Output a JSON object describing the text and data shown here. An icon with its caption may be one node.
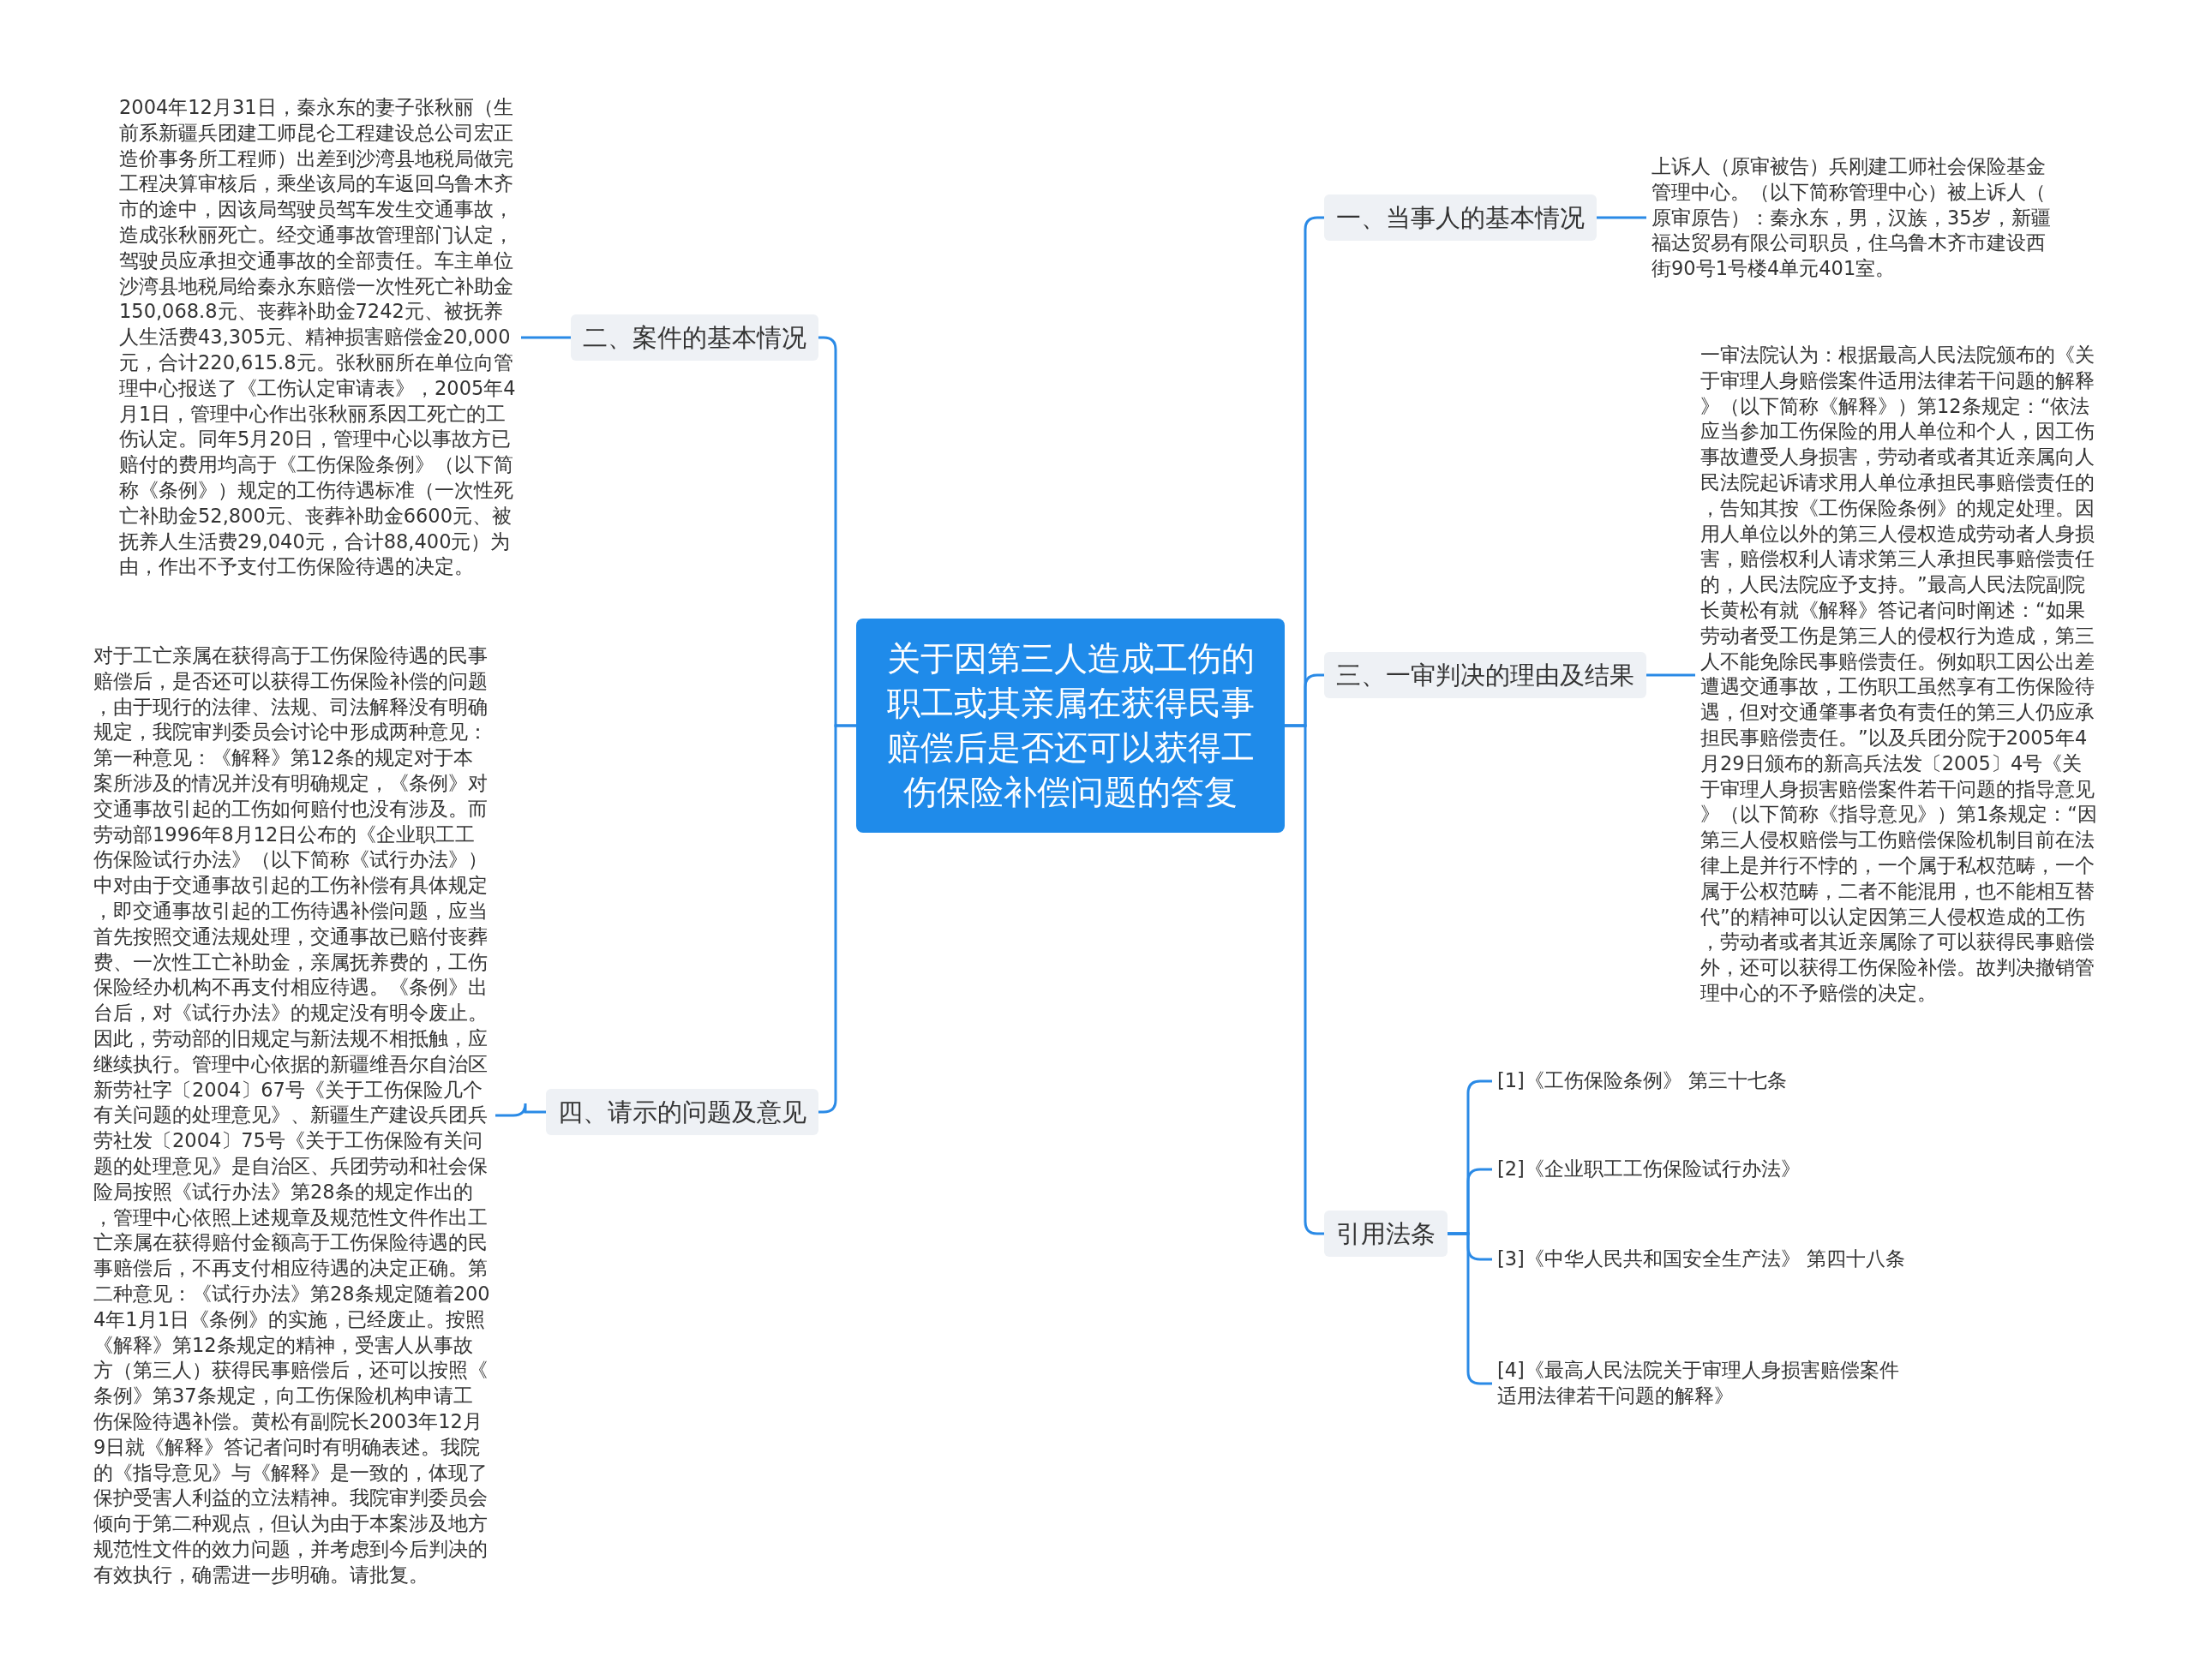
{
  "diagram": {
    "nodes": [
      {
        "text": [
          "关于因第三人造成工伤的职工或其亲属在获得民事赔偿后是否还可以获得工伤保险补偿问题的答复"
        ]
      },
      {
        "text": [
          "一、当事人的基本情况"
        ]
      },
      {
        "text": [
          "上诉人（原审被告）兵刚建工师社会保险基金管理中心。（以下简称管理中心）被上诉人（原审原告）：秦永东，男，汉族，35岁，新疆福达贸易有限公司职员，住乌鲁木齐市建设西街90号1号楼4单元401室。"
        ]
      },
      {
        "text": [
          "二、案件的基本情况"
        ]
      },
      {
        "text": [
          "2004年12月31日，秦永东的妻子张秋丽（生前系新疆兵团建工师昆仑工程建设总公司宏正造价事务所工程师）出差到沙湾县地税局做完工程决算审核后，乘坐该局的车返回乌鲁木齐市的途中，因该局驾驶员驾车发生交通事故，造成张秋丽死亡。经交通事故管理部门认定，驾驶员应承担交通事故的全部责任。车主单位沙湾县地税局给秦永东赔偿一次性死亡补助金150,068.8元、丧葬补助金7242元、被抚养人生活费43,305元、精神损害赔偿金20,000元，合计220,615.8元。张秋丽所在单位向管理中心报送了《工伤认定审请表》，2005年4月1日，管理中心作出张秋丽系因工死亡的工伤认定。同年5月20日，管理中心以事故方已赔付的费用均高于《工伤保险条例》（以下简称《条例》）规定的工伤待遇标准（一次性死亡补助金52,800元、丧葬补助金6600元、被抚养人生活费29,040元，合计88,400元）为由，作出不予支付工伤保险待遇的决定。"
        ]
      },
      {
        "text": [
          "三、一审判决的理由及结果"
        ]
      },
      {
        "text": [
          "一审法院认为：根据最高人民法院颁布的《关于审理人身赔偿案件适用法律若干问题的解释》（以下简称《解释》）第12条规定：“依法应当参加工伤保险的用人单位和个人，因工伤事故遭受人身损害，劳动者或者其近亲属向人民法院起诉请求用人单位承担民事赔偿责任的，告知其按《工伤保险条例》的规定处理。因用人单位以外的第三人侵权造成劳动者人身损害，赔偿权利人请求第三人承担民事赔偿责任的，人民法院应予支持。”最高人民法院副院长黄松有就《解释》答记者问时阐述：“如果劳动者受工伤是第三人的侵权行为造成，第三人不能免除民事赔偿责任。例如职工因公出差遭遇交通事故，工伤职工虽然享有工伤保险待遇，但对交通肇事者负有责任的第三人仍应承担民事赔偿责任。”以及兵团分院于2005年4月29日颁布的新高兵法发〔2005〕4号《关于审理人身损害赔偿案件若干问题的指导意见》（以下简称《指导意见》）第1条规定：“因第三人侵权赔偿与工伤赔偿保险机制目前在法律上是并行不悖的，一个属于私权范畴，一个属于公权范畴，二者不能混用，也不能相互替代”的精神可以认定因第三人侵权造成的工伤，劳动者或者其近亲属除了可以获得民事赔偿外，还可以获得工伤保险补偿。故判决撤销管理中心的不予赔偿的决定。"
        ]
      },
      {
        "text": [
          "四、请示的问题及意见"
        ]
      },
      {
        "text": [
          "对于工亡亲属在获得高于工伤保险待遇的民事赔偿后，是否还可以获得工伤保险补偿的问题，由于现行的法律、法规、司法解释没有明确规定，我院审判委员会讨论中形成两种意见：第一种意见：《解释》第12条的规定对于本案所涉及的情况并没有明确规定，《条例》对交通事故引起的工伤如何赔付也没有涉及。而劳动部1996年8月12日公布的《企业职工工伤保险试行办法》（以下简称《试行办法》）中对由于交通事故引起的工伤补偿有具体规定，即交通事故引起的工伤待遇补偿问题，应当首先按照交通法规处理，交通事故已赔付丧葬费、一次性工亡补助金，亲属抚养费的，工伤保险经办机构不再支付相应待遇。《条例》出台后，对《试行办法》的规定没有明令废止。因此，劳动部的旧规定与新法规不相抵触，应继续执行。管理中心依据的新疆维吾尔自治区新劳社字〔2004〕67号《关于工伤保险几个有关问题的处理意见》、新疆生产建设兵团兵劳社发〔2004〕75号《关于工伤保险有关问题的处理意见》是自治区、兵团劳动和社会保险局按照《试行办法》第28条的规定作出的，管理中心依照上述规章及规范性文件作出工亡亲属在获得赔付金额高于工伤保险待遇的民事赔偿后，不再支付相应待遇的决定正确。第二种意见：《试行办法》第28条规定随着2004年1月1日《条例》的实施，已经废止。按照《解释》第12条规定的精神，受害人从事故方（第三人）获得民事赔偿后，还可以按照《条例》第37条规定，向工伤保险机构申请工伤保险待遇补偿。黄松有副院长2003年12月9日就《解释》答记者问时有明确表述。我院的《指导意见》与《解释》是一致的，体现了保护受害人利益的立法精神。我院审判委员会倾向于第二种观点，但认为由于本案涉及地方规范性文件的效力问题，并考虑到今后判决的有效执行，确需进一步明确。请批复。"
        ]
      },
      {
        "text": [
          "引用法条"
        ]
      },
      {
        "text": [
          "[1]《工伤保险条例》 第三十七条"
        ]
      },
      {
        "text": [
          "[2]《企业职工工伤保险试行办法》"
        ]
      },
      {
        "text": [
          "[3]《中华人民共和国安全生产法》 第四十八条"
        ]
      },
      {
        "text": [
          "[4]《最高人民法院关于审理人身损害赔偿案件适用法律若干问题的解释》"
        ]
      }
    ],
    "edges": [
      {
        "from": 0,
        "to": 1,
        "arrow": "none"
      },
      {
        "from": 1,
        "to": 2,
        "arrow": "none"
      },
      {
        "from": 0,
        "to": 3,
        "arrow": "none"
      },
      {
        "from": 3,
        "to": 4,
        "arrow": "none"
      },
      {
        "from": 0,
        "to": 5,
        "arrow": "none"
      },
      {
        "from": 5,
        "to": 6,
        "arrow": "none"
      },
      {
        "from": 0,
        "to": 7,
        "arrow": "none"
      },
      {
        "from": 7,
        "to": 8,
        "arrow": "none"
      },
      {
        "from": 0,
        "to": 9,
        "arrow": "none"
      },
      {
        "from": 9,
        "to": 10,
        "arrow": "none"
      },
      {
        "from": 9,
        "to": 11,
        "arrow": "none"
      },
      {
        "from": 9,
        "to": 12,
        "arrow": "none"
      },
      {
        "from": 9,
        "to": 13,
        "arrow": "none"
      }
    ]
  }
}
